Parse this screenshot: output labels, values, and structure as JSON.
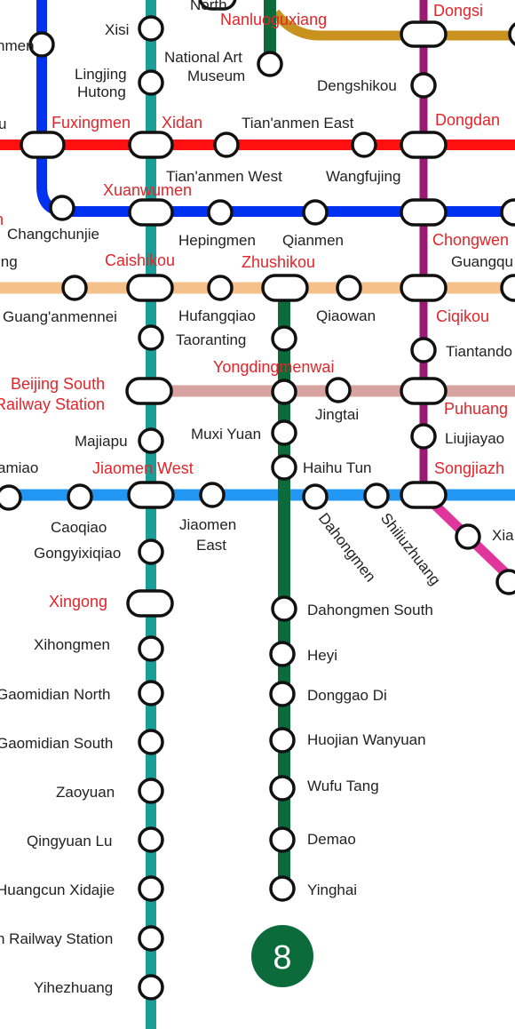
{
  "lines": {
    "line4": {
      "color": "#1a9e96"
    },
    "line8": {
      "color": "#0b6b3a"
    },
    "line5": {
      "color": "#9b1a73"
    },
    "line2": {
      "color": "#0030f0"
    },
    "line1": {
      "color": "#ff1010"
    },
    "line7": {
      "color": "#f5c08a"
    },
    "line14": {
      "color": "#d6a3a0"
    },
    "line9": {
      "color": "#2196f3"
    },
    "line6": {
      "color": "#c9911e"
    },
    "yizhuang": {
      "color": "#e0359a"
    }
  },
  "badge": {
    "label": "8",
    "color": "#0b6b3a"
  },
  "stations": {
    "north": "North",
    "nanluoguxiang": "Nanluoguxiang",
    "dongsi": "Dongsi",
    "xisi": "Xisi",
    "national_art_museum": "National Art Museum",
    "nmen": "nmen",
    "lingjing_hutong": "Lingjing Hutong",
    "dengshikou": "Dengshikou",
    "fuxingmen": "Fuxingmen",
    "xidan": "Xidan",
    "tiananmen_east": "Tian'anmen East",
    "dongdan": "Dongdan",
    "u_left": "u",
    "tiananmen_west": "Tian'anmen West",
    "wangfujing": "Wangfujing",
    "xuanwumen": "Xuanwumen",
    "n_left": "n",
    "changchunjie": "Changchunjie",
    "hepingmen": "Hepingmen",
    "qianmen": "Qianmen",
    "chongwenmen": "Chongwen",
    "ing_left": "ing",
    "caishikou": "Caishikou",
    "zhushikou": "Zhushikou",
    "guangqumennei": "Guangqu",
    "guanganmennei": "Guang'anmennei",
    "hufangqiao": "Hufangqiao",
    "qiaowan": "Qiaowan",
    "ciqikou": "Ciqikou",
    "taoranting": "Taoranting",
    "tiantandongmen": "Tiantando",
    "yongdingmenwai": "Yongdingmenwai",
    "beijing_south_1": "Beijing South",
    "beijing_south_2": "Railway Station",
    "jingtai": "Jingtai",
    "puhuangyu": "Puhuang",
    "majiapu": "Majiapu",
    "muxiyuan": "Muxi Yuan",
    "liujiayao": "Liujiayao",
    "amiao": "amiao",
    "jiaomen_west": "Jiaomen West",
    "haihutun": "Haihu Tun",
    "songjiazhuang": "Songjiazh",
    "caoqiao": "Caoqiao",
    "jiaomen_east_1": "Jiaomen",
    "jiaomen_east_2": "East",
    "dahongmen": "Dahongmen",
    "shiliuzhuang": "Shiliuzhuang",
    "xiaocun": "Xia",
    "gongyixiqiao": "Gongyixiqiao",
    "xingong": "Xingong",
    "dahongmen_south": "Dahongmen South",
    "xihongmen": "Xihongmen",
    "heyi": "Heyi",
    "gaomidian_north": "Gaomidian North",
    "donggaodi": "Donggao Di",
    "gaomidian_south": "Gaomidian South",
    "huojian_wanyuan": "Huojian Wanyuan",
    "zaoyuan": "Zaoyuan",
    "wufu_tang": "Wufu Tang",
    "qingyuan_lu": "Qingyuan Lu",
    "demao": "Demao",
    "huangcun_xidajie": "Huangcun Xidajie",
    "yinghai": "Yinghai",
    "railway_station_left": "n Railway Station",
    "yihezhuang": "Yihezhuang"
  }
}
